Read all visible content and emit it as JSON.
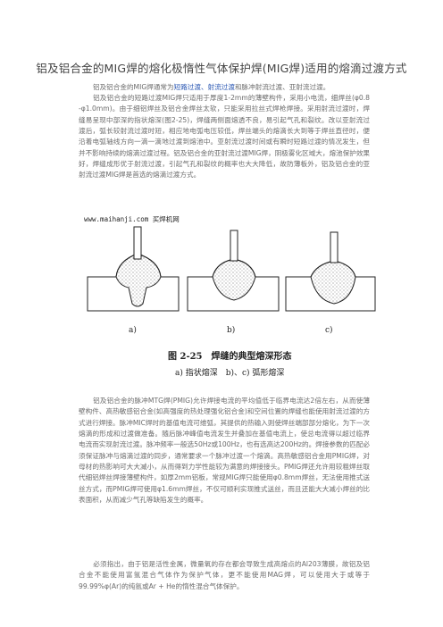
{
  "title": "铝及铝合金的MIG焊的熔化极惰性气体保护焊(MIG焊)适用的熔滴过渡方式",
  "p1": {
    "pre": "铝及铝合金的MIG焊通常为",
    "link": "短路过渡、射流过渡",
    "post": "和脉冲射流过渡、亚射流过渡。"
  },
  "p2": "铝及铝合金的短路过渡MIG焊只适用于厚度1-2mm的薄壁构件，采用小电流，细焊丝(φ0.8 -φ1.0mm)。由于细铝焊丝及铝合金焊丝太软，只能采用拉丝式焊枪焊接。采用射流过渡时，焊缝易呈现中部深的指状熔深(图2-25)，焊缝两侧面熔透不良，易引起气孔和裂纹。改以亚射流过渡后，弧长较射流过渡时短，相应地电弧电压较低，焊丝端头的熔滴长大到等于焊丝直径时，便沿着电弧轴线方向一滴一滴地过渡到熔池中。亚射流过渡时间或有瞬时短路过渡的情况发生，但并不影响持续的熔滴过渡过程。铝及铝合金的亚射流过渡MIG焊，阴极雾化区域大，熔池保护效果好，焊缝成形优于射流过渡，引起气孔和裂纹的概率也大大降低，故防薄板外，铝及铝合金的亚射流过渡MIG焊是首选的熔滴过渡方式。",
  "figure": {
    "watermark": "www.maihanji.com 买焊机网",
    "labels": [
      "a)",
      "b)",
      "c)"
    ],
    "caption_main": "图 2-25　焊缝的典型熔深形态",
    "caption_sub": "a) 指状熔深　b)、c) 弧形熔深"
  },
  "p3": "铝及铝合金的脉冲MTG焊(PMIG)允许焊接电流的平均值低于临界电流达2倍左右，从而使薄壁构件、高热敏感铝合金(如高强度的热处理强化铝合金)和空间位置的焊缝也能使用射流过渡的方式进行焊接。脉冲MIC焊时的基值电流可维弧，其提供的热输入则使焊丝端部部分熔化，为下一次熔滴的形成和过渡做准备。随后脉冲峰值电流发生并叠加在基值电流上，使总电流得以超过临界电流而实现射流过渡。脉冲频率一般选50Hz或100Hz，也有选高达200Hz的。焊接参数的匹配必须保证脉冲与熔滴过渡的同步，通常要求一个脉冲过渡一个熔滴。高热敏感铝合金用PMIG焊，对母材的热影响可大大减小，从而得到力学性能较为满意的焊接接头。PMIG焊还允许用较粗焊丝取代细铝焊丝焊接薄壁构件，如厚2mm铝板，常规MIG焊只能使用φ0.8mm焊丝，无法使用推式送丝方式，而PMIG焊可使用φ1.6mm焊丝，不仅可顺利实现推式送丝，而且还能大大减小焊丝的比表面积，从而减少气孔等缺陷发生的概率。",
  "p4": "必须指出，由于铝是活性金属，微量氧的存在都会导致生成高熔点的Al203薄膜，故铝及铝合金不能使用富氩混合气体作为保护气体，更不能使用MAG焊，可以使用大于或等于99.99%φ(Ar)的纯氩或Ar + He的惰性混合气体保护。"
}
